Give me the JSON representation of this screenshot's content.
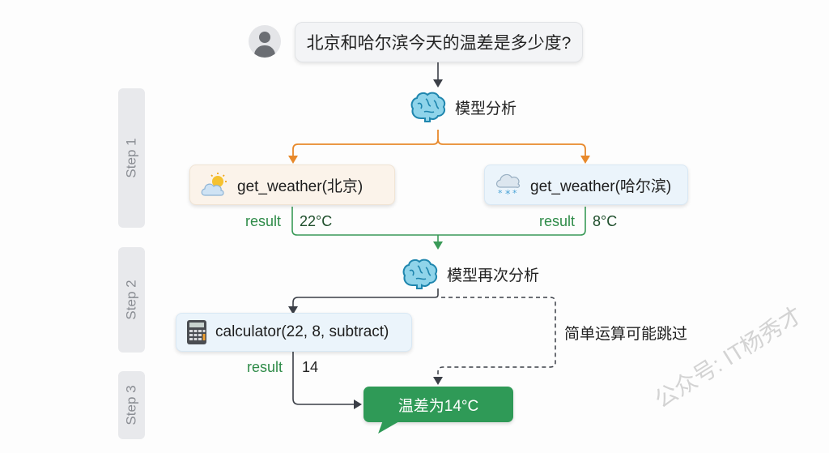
{
  "steps": [
    {
      "label": "Step 1"
    },
    {
      "label": "Step 2"
    },
    {
      "label": "Step 3"
    }
  ],
  "user": {
    "avatar_icon": "user-avatar-icon",
    "question": "北京和哈尔滨今天的温差是多少度?"
  },
  "analysis": {
    "first": {
      "icon": "brain-icon",
      "label": "模型分析"
    },
    "second": {
      "icon": "brain-icon",
      "label": "模型再次分析"
    }
  },
  "tools": [
    {
      "icon": "partly-sunny-icon",
      "call": "get_weather(北京)",
      "result_label": "result",
      "result_value": "22°C"
    },
    {
      "icon": "snow-cloud-icon",
      "call": "get_weather(哈尔滨)",
      "result_label": "result",
      "result_value": "8°C"
    },
    {
      "icon": "calculator-icon",
      "call": "calculator(22, 8, subtract)",
      "result_label": "result",
      "result_value": "14"
    }
  ],
  "skip_note": "简单运算可能跳过",
  "answer": "温差为14°C",
  "watermark": "公众号: IT杨秀才",
  "colors": {
    "orange_flow": "#e8892b",
    "green_flow": "#3a9a58",
    "dark_flow": "#3b3f47",
    "answer_bg": "#2f9a57"
  }
}
